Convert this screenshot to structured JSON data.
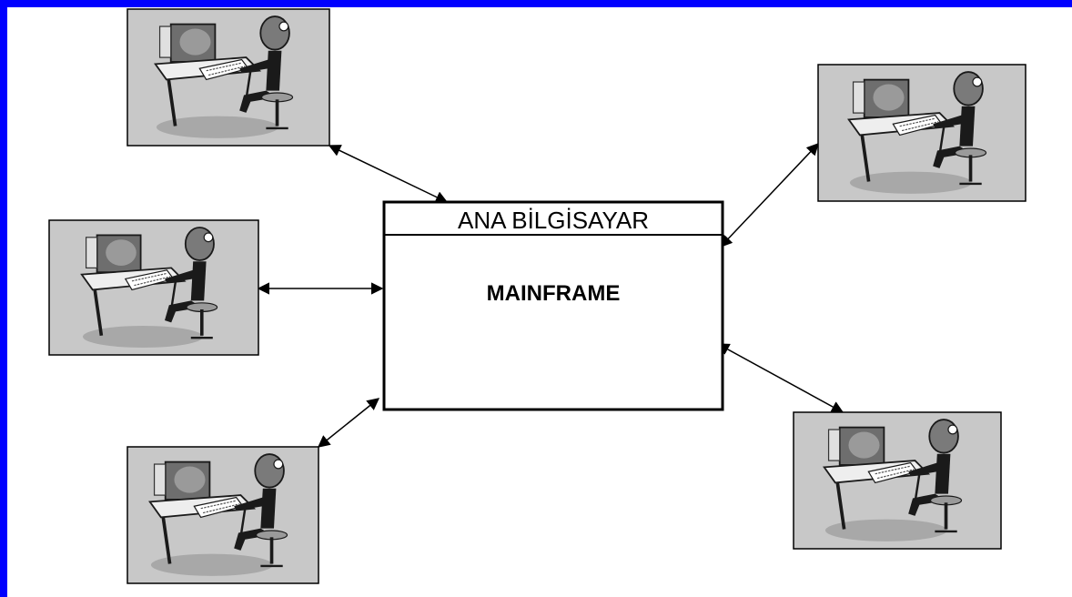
{
  "diagram": {
    "mainframe": {
      "header": "ANA BİLGİSAYAR",
      "label": "MAINFRAME"
    },
    "terminals": [
      {
        "id": "top-left"
      },
      {
        "id": "middle-left"
      },
      {
        "id": "bottom-left"
      },
      {
        "id": "top-right"
      },
      {
        "id": "bottom-right"
      }
    ],
    "connections": [
      {
        "from": "top-left",
        "to": "mainframe"
      },
      {
        "from": "middle-left",
        "to": "mainframe"
      },
      {
        "from": "bottom-left",
        "to": "mainframe"
      },
      {
        "from": "top-right",
        "to": "mainframe"
      },
      {
        "from": "bottom-right",
        "to": "mainframe"
      }
    ]
  },
  "colors": {
    "border": "#0000ff",
    "background": "#ffffff",
    "terminal_bg": "#c8c8c8",
    "ink": "#000000"
  }
}
